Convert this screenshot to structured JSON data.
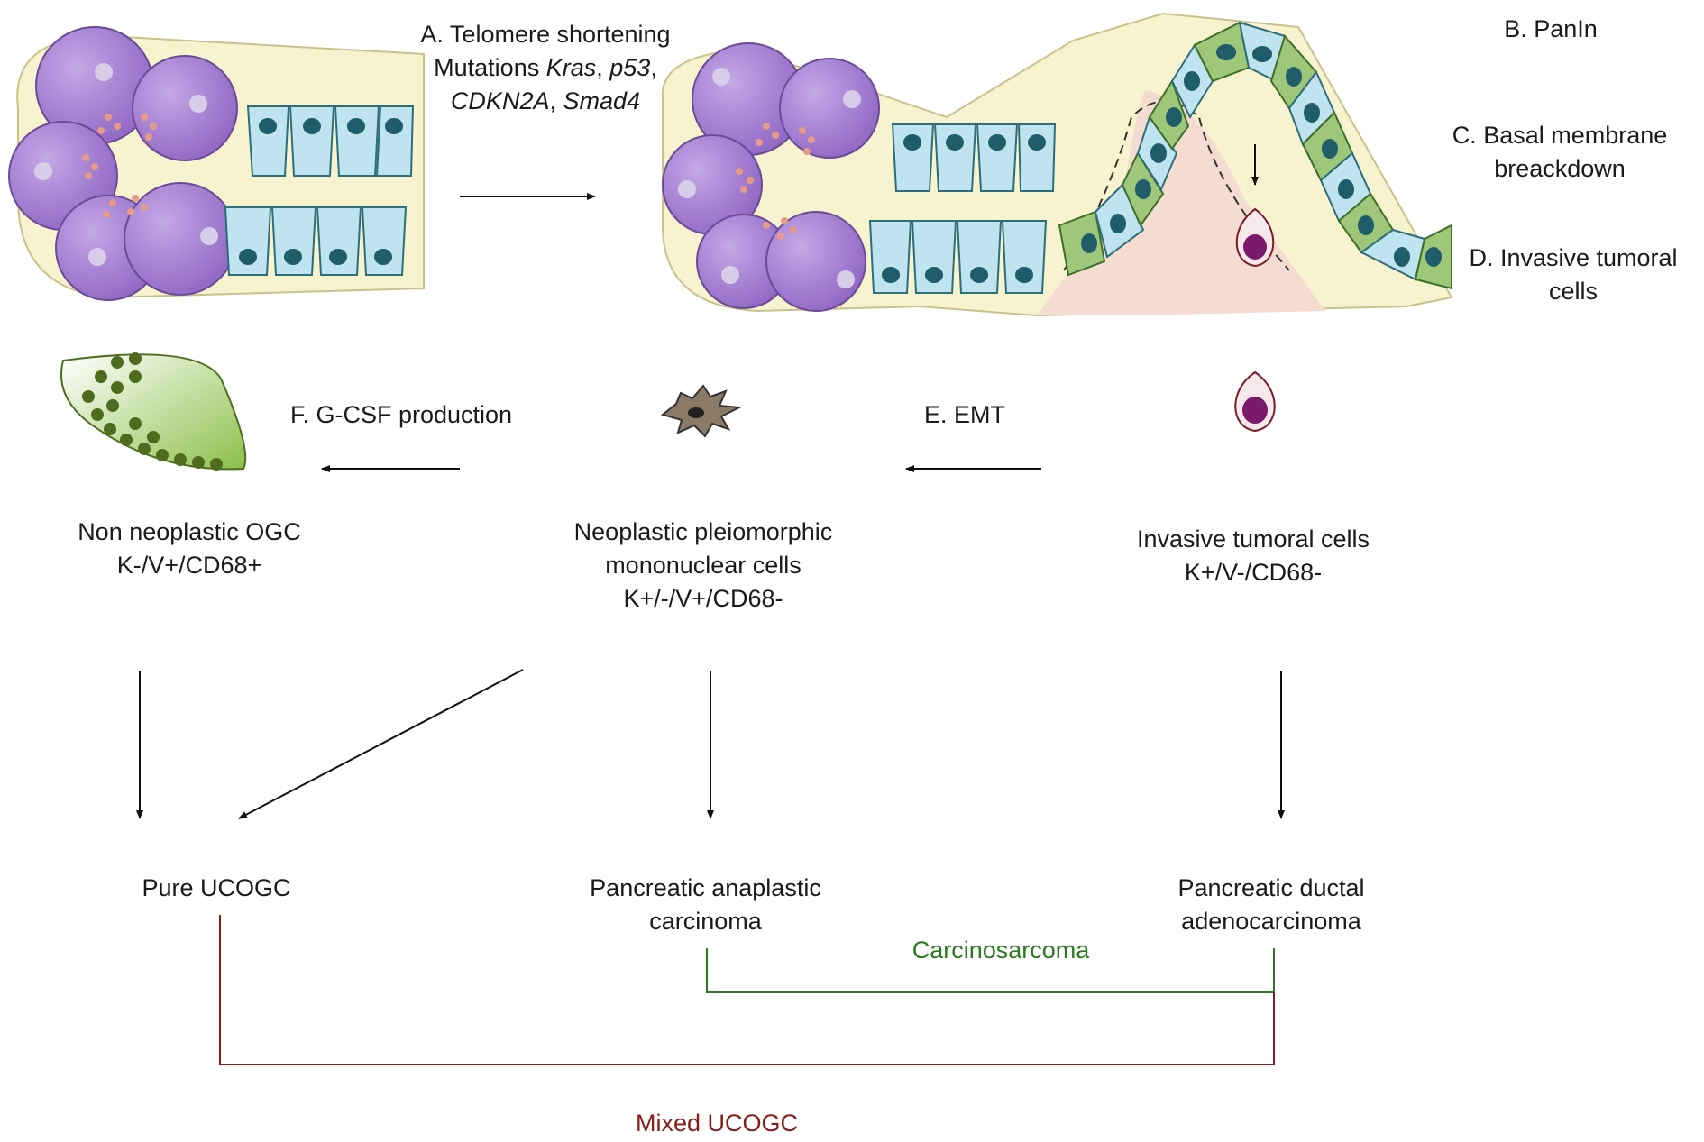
{
  "labels": {
    "step_a": {
      "line1": "A. Telomere shortening",
      "line2_prefix": "Mutations ",
      "kras": "Kras",
      "sep1": ", ",
      "p53": "p53",
      "sep2": ",",
      "cdkn2a": "CDKN2A",
      "sep3": ", ",
      "smad4": "Smad4"
    },
    "step_b": "B. PanIn",
    "step_c": {
      "line1": "C. Basal membrane",
      "line2": "breackdown"
    },
    "step_d": {
      "line1": "D. Invasive tumoral",
      "line2": "cells"
    },
    "step_e": "E. EMT",
    "step_f": "F. G-CSF production",
    "ogc": {
      "line1": "Non neoplastic OGC",
      "line2": "K-/V+/CD68+"
    },
    "neoplastic": {
      "line1": "Neoplastic pleiomorphic",
      "line2": "mononuclear cells",
      "line3": "K+/-/V+/CD68-"
    },
    "invasive": {
      "line1": "Invasive tumoral cells",
      "line2": "K+/V-/CD68-"
    },
    "pure_ucogc": "Pure UCOGC",
    "anaplastic": {
      "line1": "Pancreatic anaplastic",
      "line2": "carcinoma"
    },
    "ductal": {
      "line1": "Pancreatic ductal",
      "line2": "adenocarcinoma"
    },
    "carcinosarcoma": "Carcinosarcoma",
    "mixed_ucogc": "Mixed UCOGC"
  },
  "colors": {
    "acinar_purple": "#9b72c8",
    "duct_blue": "#bfe3ef",
    "nucleus": "#1f5d6b",
    "panin_green": "#9fc77a",
    "stroma_yellow": "#f7f3cf",
    "lumen_pink": "#f5dcd0",
    "tumor_cell": "#7a1a4a",
    "ogc_green": "#4f6b1e",
    "carcinosarcoma_line": "#2b7a1f",
    "mixed_line": "#8b1a1a",
    "arrow": "#111111"
  }
}
